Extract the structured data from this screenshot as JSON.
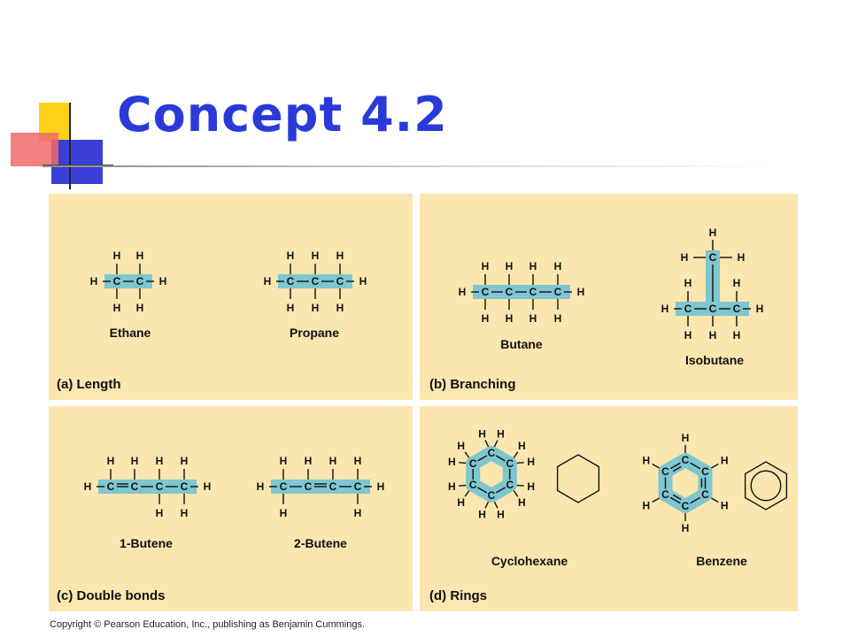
{
  "slide": {
    "title": "Concept 4.2",
    "copyright": "Copyright © Pearson Education, Inc., publishing as Benjamin Cummings."
  },
  "panels": {
    "a": {
      "caption": "(a) Length",
      "names": [
        "Ethane",
        "Propane"
      ]
    },
    "b": {
      "caption": "(b) Branching",
      "names": [
        "Butane",
        "Isobutane"
      ]
    },
    "c": {
      "caption": "(c) Double bonds",
      "names": [
        "1-Butene",
        "2-Butene"
      ]
    },
    "d": {
      "caption": "(d) Rings",
      "names": [
        "Cyclohexane",
        "Benzene"
      ]
    }
  },
  "atoms": {
    "carbon": "C",
    "hydrogen": "H"
  },
  "colors": {
    "title": "#2a3ad8",
    "panel": "#fbe6b0",
    "highlight": "#7ec6d0"
  }
}
